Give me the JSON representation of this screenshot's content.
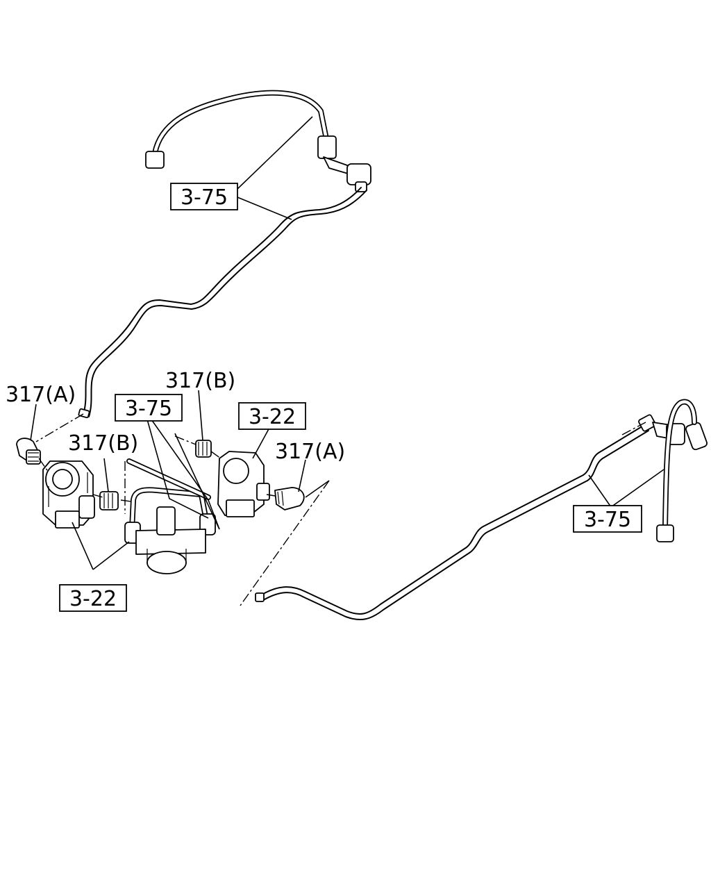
{
  "labels": {
    "hose_top": "3-75",
    "hose_center": "3-75",
    "hose_right": "3-75",
    "valve_left": "3-22",
    "valve_right": "3-22",
    "connector_a_left": "317(A)",
    "connector_a_right": "317(A)",
    "connector_b_top": "317(B)",
    "connector_b_left": "317(B)"
  }
}
